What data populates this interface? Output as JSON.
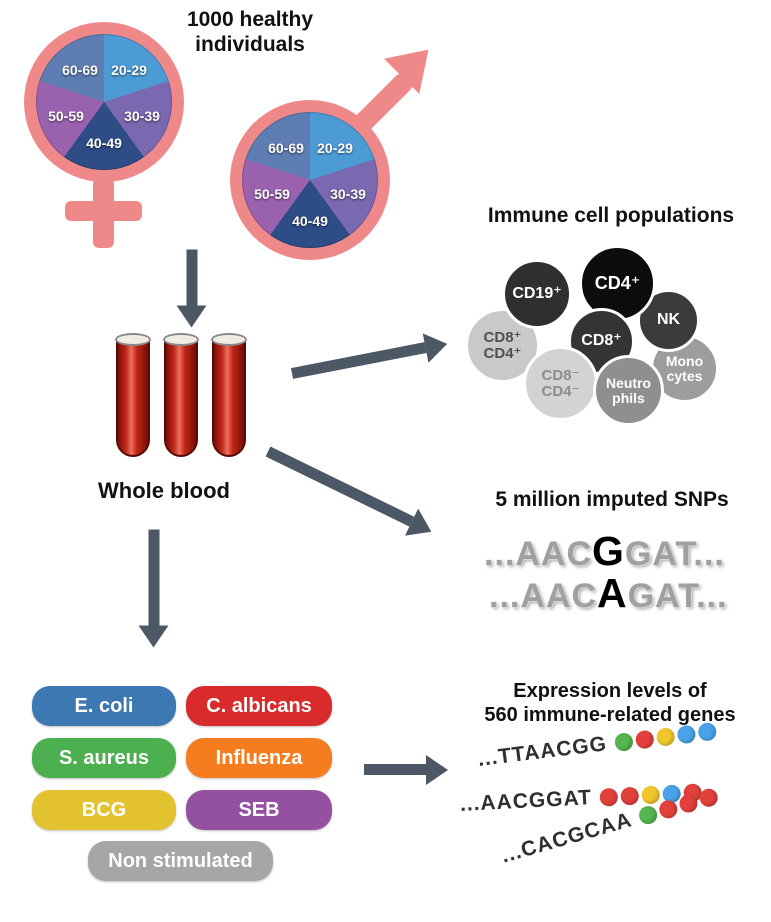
{
  "header": {
    "title_line1": "1000 healthy",
    "title_line2": "individuals"
  },
  "symbols": {
    "color": "#ef8989"
  },
  "cohort": {
    "age_groups": [
      {
        "label": "20-29",
        "color": "#4d9bd5"
      },
      {
        "label": "30-39",
        "color": "#7a68b0"
      },
      {
        "label": "40-49",
        "color": "#2e4c86"
      },
      {
        "label": "50-59",
        "color": "#9a62ae"
      },
      {
        "label": "60-69",
        "color": "#5e7db3"
      }
    ]
  },
  "blood": {
    "label": "Whole blood"
  },
  "immune_cells": {
    "title": "Immune cell populations",
    "cells": [
      {
        "label": "CD19⁺",
        "bg": "#2f2f2f",
        "fg": "#ffffff"
      },
      {
        "label": "CD4⁺",
        "bg": "#0c0c0c",
        "fg": "#ffffff"
      },
      {
        "label": "NK",
        "bg": "#3b3b3b",
        "fg": "#ffffff"
      },
      {
        "label": "CD8⁺",
        "bg": "#343434",
        "fg": "#ffffff"
      },
      {
        "label": "CD8⁺\nCD4⁺",
        "bg": "#c9c9c9",
        "fg": "#4f4f4f"
      },
      {
        "label": "Mono\ncytes",
        "bg": "#9d9d9d",
        "fg": "#ffffff"
      },
      {
        "label": "CD8⁻\nCD4⁻",
        "bg": "#d3d3d3",
        "fg": "#8c8c8c"
      },
      {
        "label": "Neutro\nphils",
        "bg": "#8f8f8f",
        "fg": "#ffffff"
      }
    ]
  },
  "snps": {
    "title": "5 million imputed SNPs",
    "sequences": [
      {
        "prefix": "...AAC",
        "variant": "G",
        "suffix": "GAT..."
      },
      {
        "prefix": "...AAC",
        "variant": "A",
        "suffix": "GAT..."
      }
    ]
  },
  "stimuli": [
    {
      "label": "E. coli",
      "color": "#3d78b3"
    },
    {
      "label": "C. albicans",
      "color": "#d92b2b"
    },
    {
      "label": "S. aureus",
      "color": "#4caf50"
    },
    {
      "label": "Influenza",
      "color": "#f57d1f"
    },
    {
      "label": "BCG",
      "color": "#e2c22e"
    },
    {
      "label": "SEB",
      "color": "#9551a1"
    },
    {
      "label": "Non stimulated",
      "color": "#a6a6a6"
    }
  ],
  "expression": {
    "title_line1": "Expression levels of",
    "title_line2": "560 immune-related genes",
    "rows": [
      {
        "sequence": "...TTAACGG",
        "dots": [
          "#55b54e",
          "#e2413b",
          "#efc72d",
          "#4aa3e8",
          "#4aa3e8"
        ]
      },
      {
        "sequence": "...AACGGAT",
        "dots": [
          "#e2413b",
          "#e2413b",
          "#efc72d",
          "#4aa3e8",
          "#e2413b"
        ]
      },
      {
        "sequence": "...CACGCAA",
        "dots": [
          "#55b54e",
          "#e2413b",
          "#e2413b",
          "#e2413b"
        ]
      }
    ]
  }
}
